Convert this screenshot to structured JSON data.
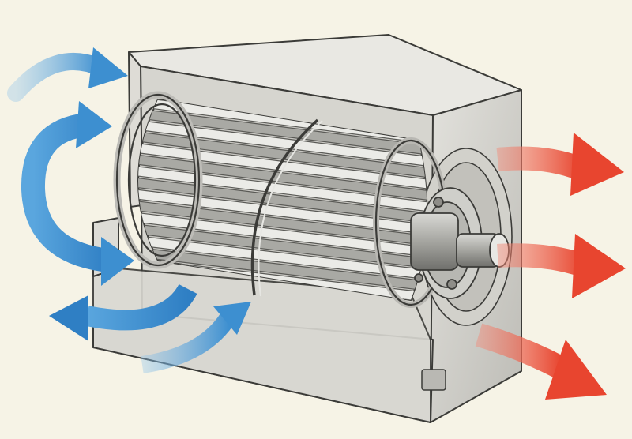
{
  "figure": {
    "subject": "centrifugal-blower-cutaway",
    "background_color": "#f6f3e6"
  },
  "palette": {
    "intake_arrow": "#3d8fd0",
    "intake_arrow_light": "#8ec3ea",
    "exhaust_arrow": "#ee5a45",
    "housing_light": "#ecebe6",
    "housing_mid": "#c9c8c2",
    "housing_dark": "#8e8d88",
    "blade_light": "#e6e6e2",
    "blade_dark": "#9a9a95",
    "outline": "#3b3b38"
  },
  "components": [
    {
      "id": "housing",
      "icon": "box-housing-icon"
    },
    {
      "id": "impeller",
      "icon": "squirrel-cage-wheel-icon"
    },
    {
      "id": "shaft",
      "icon": "shaft-hub-icon"
    },
    {
      "id": "inlet-flow",
      "icon": "blue-curved-arrow-icon",
      "count": 5
    },
    {
      "id": "outlet-flow",
      "icon": "red-arrow-icon",
      "count": 3
    }
  ]
}
